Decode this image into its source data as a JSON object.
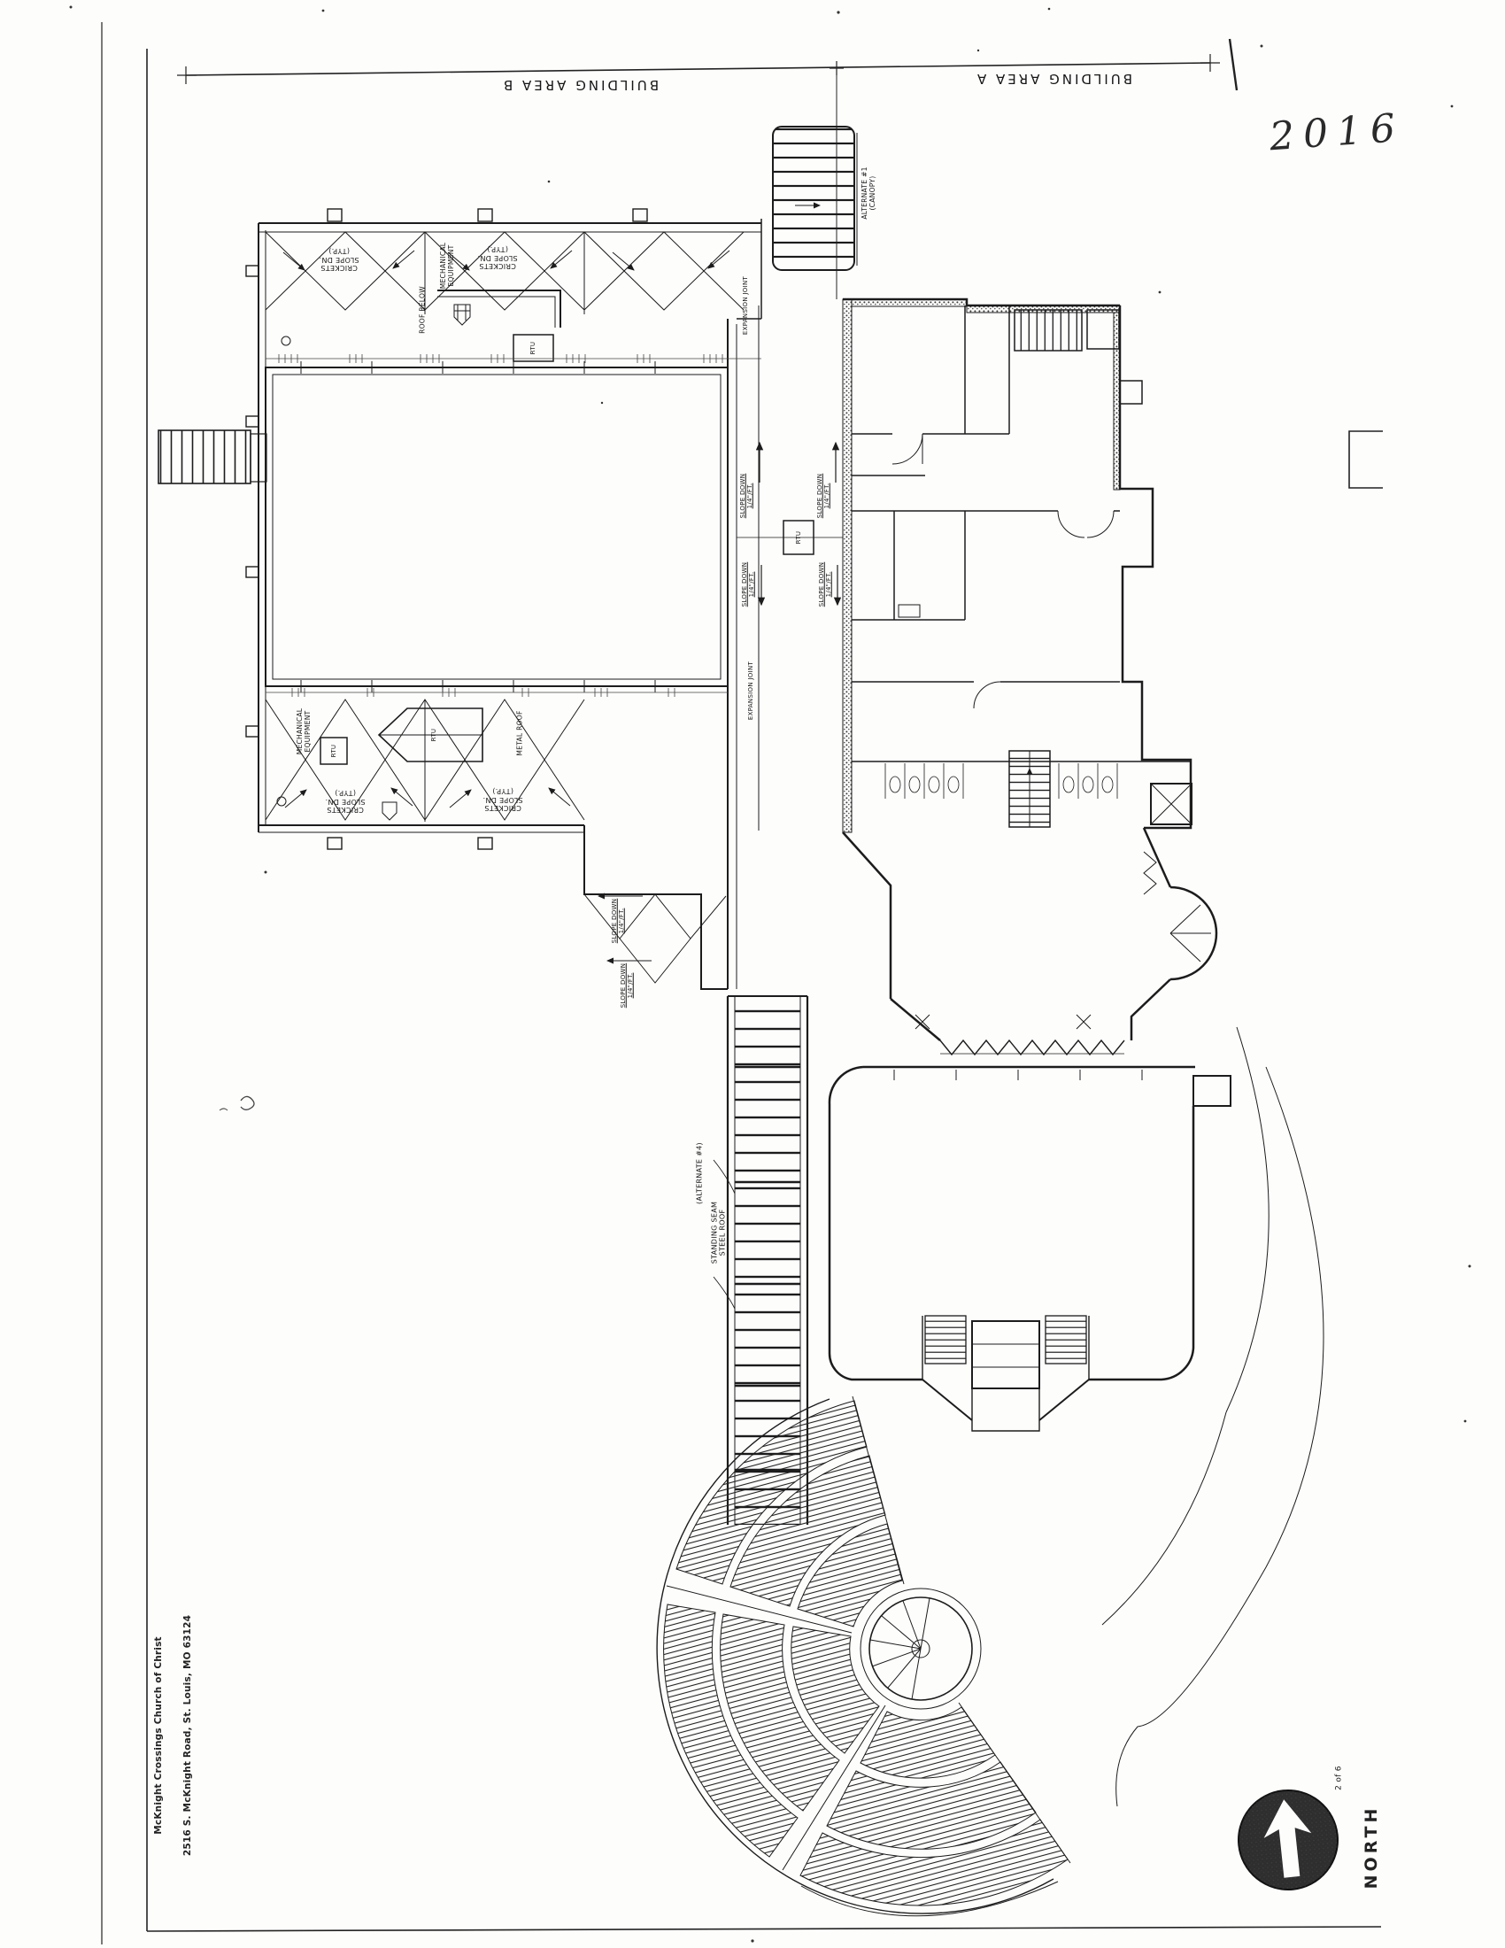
{
  "titles": {
    "building_area_b": "BUILDING AREA B",
    "building_area_a": "BUILDING AREA A"
  },
  "annotations": {
    "handwritten_year": "2016",
    "sheet_number": "2 of 6",
    "north": "NORTH"
  },
  "title_block": {
    "line1": "McKnight Crossings Church of Christ",
    "line2": "2516 S. McKnight Road, St. Louis, MO 63124"
  },
  "plan_labels": {
    "crickets": "CRICKETS\nSLOPE DN.\n(TYP.)",
    "mechanical_equipment": "MECHANICAL\nEQUIPMENT",
    "roof_below": "ROOF BELOW",
    "metal_roof": "METAL ROOF",
    "rtu": "RTU",
    "slope_down": "SLOPE DOWN\n1/4\"/FT.",
    "expansion_joint": "EXPANSION JOINT",
    "alternate_1": "ALTERNATE #1\n(CANOPY)",
    "alternate_4": "(ALTERNATE #4)",
    "standing_seam": "STANDING SEAM\nSTEEL ROOF"
  },
  "colors": {
    "ink": "#1c1c1c",
    "paper": "#fdfdfc"
  }
}
